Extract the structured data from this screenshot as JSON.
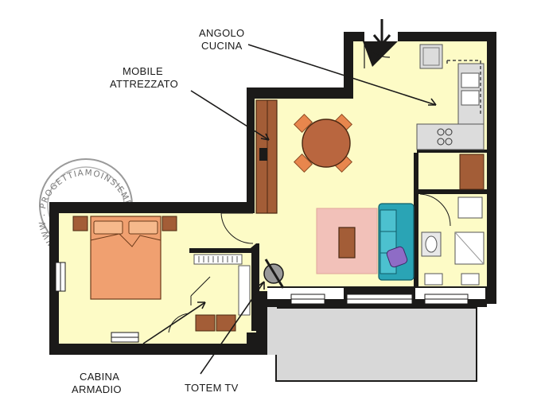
{
  "labels": {
    "kitchen_corner": [
      "ANGOLO",
      "CUCINA"
    ],
    "equipped_furniture": [
      "MOBILE",
      "ATTREZZATO"
    ],
    "walk_in_closet": [
      "CABINA",
      "ARMADIO"
    ],
    "tv_totem": [
      "TOTEM TV"
    ]
  },
  "watermark": {
    "text": "WWW . PROGETTIAMOINSIEME . IT"
  },
  "colors": {
    "floor": "#fdfbc6",
    "wall": "#1b1a19",
    "wood": "#a35d37",
    "table": "#b9663f",
    "chair": "#e8864d",
    "bed": "#f0a070",
    "rug": "#f2c1b9",
    "sofa": "#2aa4b5",
    "terrace": "#d8d8d8",
    "kitchen": "#dcdcdc"
  }
}
